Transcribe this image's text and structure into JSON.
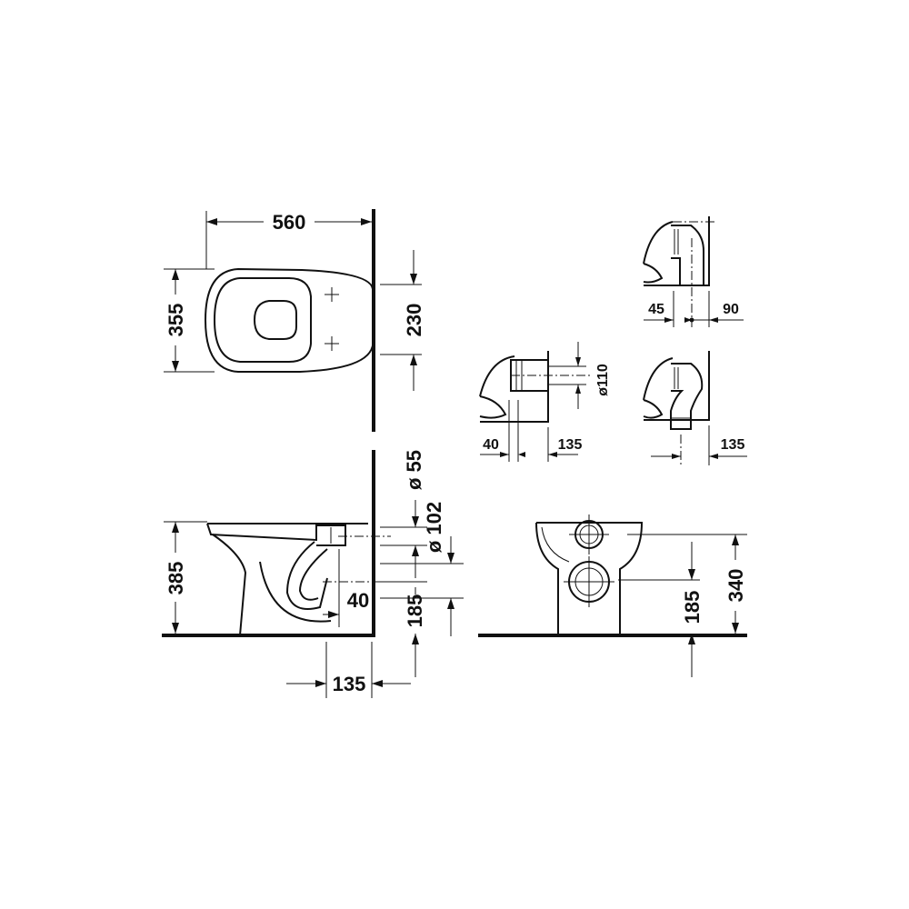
{
  "dimensions": {
    "top_width": "560",
    "top_depth": "355",
    "top_fix": "230",
    "side_height": "385",
    "side_d55": "ø 55",
    "side_d102": "ø 102",
    "side_40": "40",
    "side_185": "185",
    "side_135": "135",
    "front_185": "185",
    "front_340": "340",
    "hor_40": "40",
    "hor_135": "135",
    "hor_d110": "ø110",
    "vert_45": "45",
    "vert_90": "90",
    "vert_135": "135"
  }
}
